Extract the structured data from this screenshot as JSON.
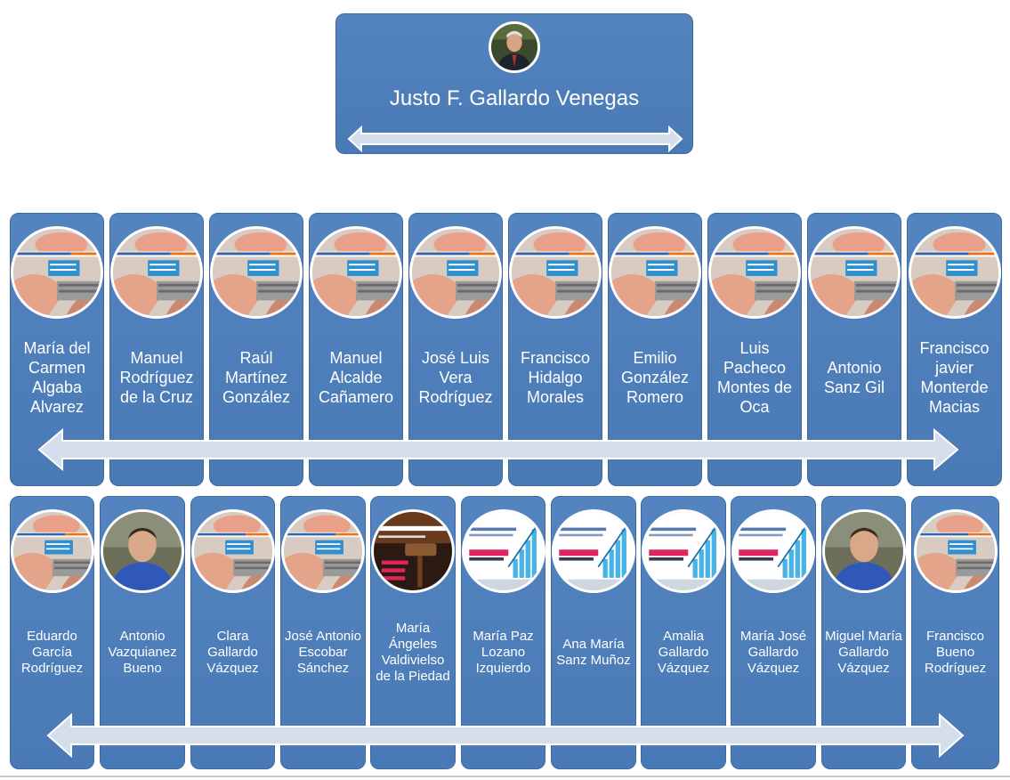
{
  "top": {
    "name": "Justo F. Gallardo Venegas",
    "photo_icon": "portrait-photo"
  },
  "row1": [
    {
      "name": "María del Carmen Algaba Alvarez",
      "photo_icon": "hr-contracts-banner"
    },
    {
      "name": "Manuel Rodríguez de la Cruz",
      "photo_icon": "hr-contracts-banner"
    },
    {
      "name": "Raúl Martínez González",
      "photo_icon": "hr-contracts-banner"
    },
    {
      "name": "Manuel Alcalde Cañamero",
      "photo_icon": "hr-contracts-banner"
    },
    {
      "name": "José Luis Vera Rodríguez",
      "photo_icon": "hr-contracts-banner"
    },
    {
      "name": "Francisco Hidalgo Morales",
      "photo_icon": "hr-contracts-banner"
    },
    {
      "name": "Emilio González Romero",
      "photo_icon": "hr-contracts-banner"
    },
    {
      "name": "Luis Pacheco Montes de Oca",
      "photo_icon": "hr-contracts-banner"
    },
    {
      "name": "Antonio Sanz Gil",
      "photo_icon": "hr-contracts-banner"
    },
    {
      "name": "Francisco javier Monterde Macias",
      "photo_icon": "hr-contracts-banner"
    }
  ],
  "row2": [
    {
      "name": "Eduardo García Rodríguez",
      "photo_icon": "hr-contracts-banner"
    },
    {
      "name": "Antonio Vazquianez Bueno",
      "photo_icon": "portrait-photo"
    },
    {
      "name": "Clara Gallardo Vázquez",
      "photo_icon": "hr-contracts-banner"
    },
    {
      "name": "José Antonio Escobar Sánchez",
      "photo_icon": "hr-contracts-banner"
    },
    {
      "name": "María Ángeles Valdivielso de la Piedad",
      "photo_icon": "legal-gavel-banner"
    },
    {
      "name": "María Paz Lozano Izquierdo",
      "photo_icon": "tax-accounting-chart-banner"
    },
    {
      "name": "Ana María Sanz Muñoz",
      "photo_icon": "tax-accounting-chart-banner"
    },
    {
      "name": "Amalia Gallardo Vázquez",
      "photo_icon": "tax-accounting-chart-banner"
    },
    {
      "name": "María José Gallardo Vázquez",
      "photo_icon": "tax-accounting-chart-banner"
    },
    {
      "name": "Miguel María Gallardo Vázquez",
      "photo_icon": "portrait-photo"
    },
    {
      "name": "Francisco Bueno Rodríguez",
      "photo_icon": "hr-contracts-banner"
    }
  ],
  "colors": {
    "card": "#4f7fbb",
    "card_border": "#3f6aa0",
    "arrow_fill": "#d6deeb",
    "arrow_stroke": "#ffffff",
    "text": "#ffffff"
  }
}
